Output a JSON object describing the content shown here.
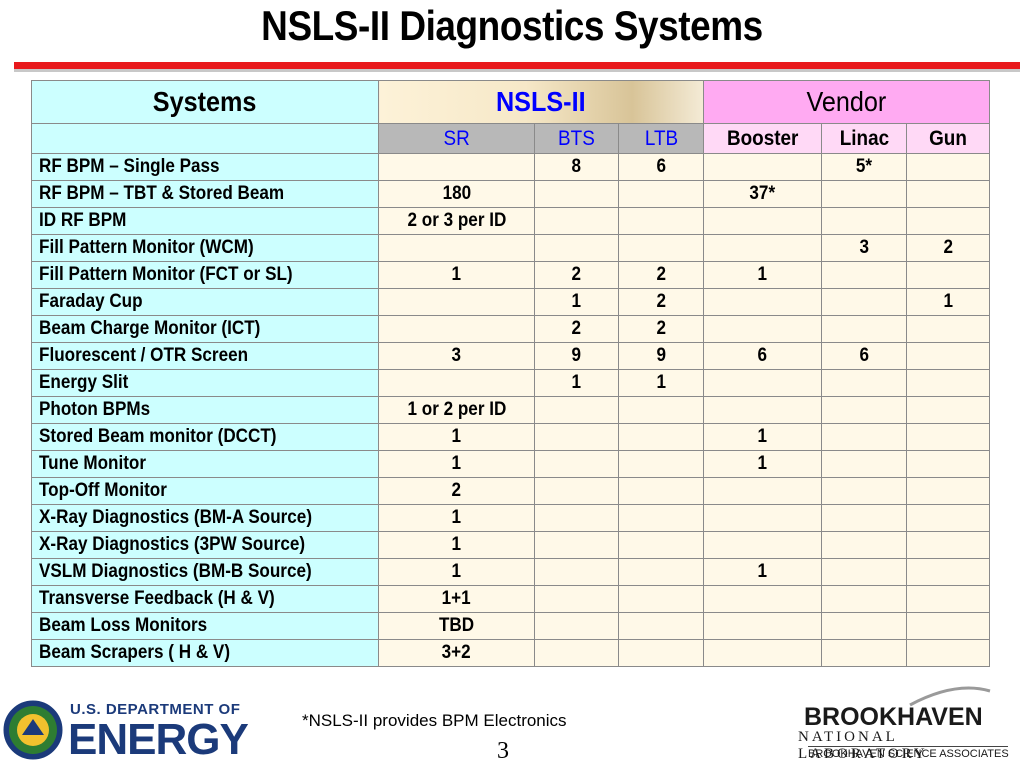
{
  "page": {
    "title": "NSLS-II Diagnostics Systems",
    "footnote": "*NSLS-II  provides BPM Electronics",
    "page_number": "3"
  },
  "table": {
    "group_headers": {
      "systems": "Systems",
      "nsls": "NSLS-II",
      "vendor": "Vendor"
    },
    "sub_headers": {
      "sr": "SR",
      "bts": "BTS",
      "ltb": "LTB",
      "booster": "Booster",
      "linac": "Linac",
      "gun": "Gun"
    },
    "rows": [
      {
        "system": "RF BPM – Single Pass",
        "sr": "",
        "bts": "8",
        "ltb": "6",
        "booster": "",
        "linac": "5*",
        "gun": ""
      },
      {
        "system": "RF BPM – TBT & Stored Beam",
        "sr": "180",
        "bts": "",
        "ltb": "",
        "booster": "37*",
        "linac": "",
        "gun": ""
      },
      {
        "system": "ID RF BPM",
        "sr": "2 or 3 per ID",
        "bts": "",
        "ltb": "",
        "booster": "",
        "linac": "",
        "gun": ""
      },
      {
        "system": "Fill Pattern Monitor (WCM)",
        "sr": "",
        "bts": "",
        "ltb": "",
        "booster": "",
        "linac": "3",
        "gun": "2"
      },
      {
        "system": "Fill Pattern Monitor (FCT or SL)",
        "sr": "1",
        "bts": "2",
        "ltb": "2",
        "booster": "1",
        "linac": "",
        "gun": ""
      },
      {
        "system": "Faraday Cup",
        "sr": "",
        "bts": "1",
        "ltb": "2",
        "booster": "",
        "linac": "",
        "gun": "1"
      },
      {
        "system": "Beam Charge Monitor (ICT)",
        "sr": "",
        "bts": "2",
        "ltb": "2",
        "booster": "",
        "linac": "",
        "gun": ""
      },
      {
        "system": "Fluorescent / OTR Screen",
        "sr": "3",
        "bts": "9",
        "ltb": "9",
        "booster": "6",
        "linac": "6",
        "gun": ""
      },
      {
        "system": "Energy Slit",
        "sr": "",
        "bts": "1",
        "ltb": "1",
        "booster": "",
        "linac": "",
        "gun": ""
      },
      {
        "system": "Photon BPMs",
        "sr": "1 or 2 per ID",
        "bts": "",
        "ltb": "",
        "booster": "",
        "linac": "",
        "gun": ""
      },
      {
        "system": "Stored Beam monitor (DCCT)",
        "sr": "1",
        "bts": "",
        "ltb": "",
        "booster": "1",
        "linac": "",
        "gun": ""
      },
      {
        "system": "Tune Monitor",
        "sr": "1",
        "bts": "",
        "ltb": "",
        "booster": "1",
        "linac": "",
        "gun": ""
      },
      {
        "system": "Top-Off Monitor",
        "sr": "2",
        "bts": "",
        "ltb": "",
        "booster": "",
        "linac": "",
        "gun": ""
      },
      {
        "system": "X-Ray Diagnostics (BM-A Source)",
        "sr": "1",
        "bts": "",
        "ltb": "",
        "booster": "",
        "linac": "",
        "gun": ""
      },
      {
        "system": "X-Ray Diagnostics (3PW Source)",
        "sr": "1",
        "bts": "",
        "ltb": "",
        "booster": "",
        "linac": "",
        "gun": ""
      },
      {
        "system": "VSLM Diagnostics (BM-B Source)",
        "sr": "1",
        "bts": "",
        "ltb": "",
        "booster": "1",
        "linac": "",
        "gun": ""
      },
      {
        "system": "Transverse Feedback (H & V)",
        "sr": "1+1",
        "bts": "",
        "ltb": "",
        "booster": "",
        "linac": "",
        "gun": ""
      },
      {
        "system": "Beam Loss Monitors",
        "sr": "TBD",
        "bts": "",
        "ltb": "",
        "booster": "",
        "linac": "",
        "gun": ""
      },
      {
        "system": "Beam Scrapers ( H & V)",
        "sr": "3+2",
        "bts": "",
        "ltb": "",
        "booster": "",
        "linac": "",
        "gun": ""
      }
    ]
  },
  "logos": {
    "doe_top": "U.S. DEPARTMENT OF",
    "doe_bottom": "ENERGY",
    "bnl_main": "BROOKHAVEN",
    "bnl_sub": "NATIONAL LABORATORY",
    "bnl_assoc": "BROOKHAVEN SCIENCE ASSOCIATES"
  },
  "colors": {
    "title_rule": "#e8191c",
    "systems_cell": "#ccffff",
    "nsls_header_text": "#0000ff",
    "vendor_header": "#ffaaf2",
    "value_cell": "#fff9e8",
    "doe_blue": "#1b3a7a"
  }
}
